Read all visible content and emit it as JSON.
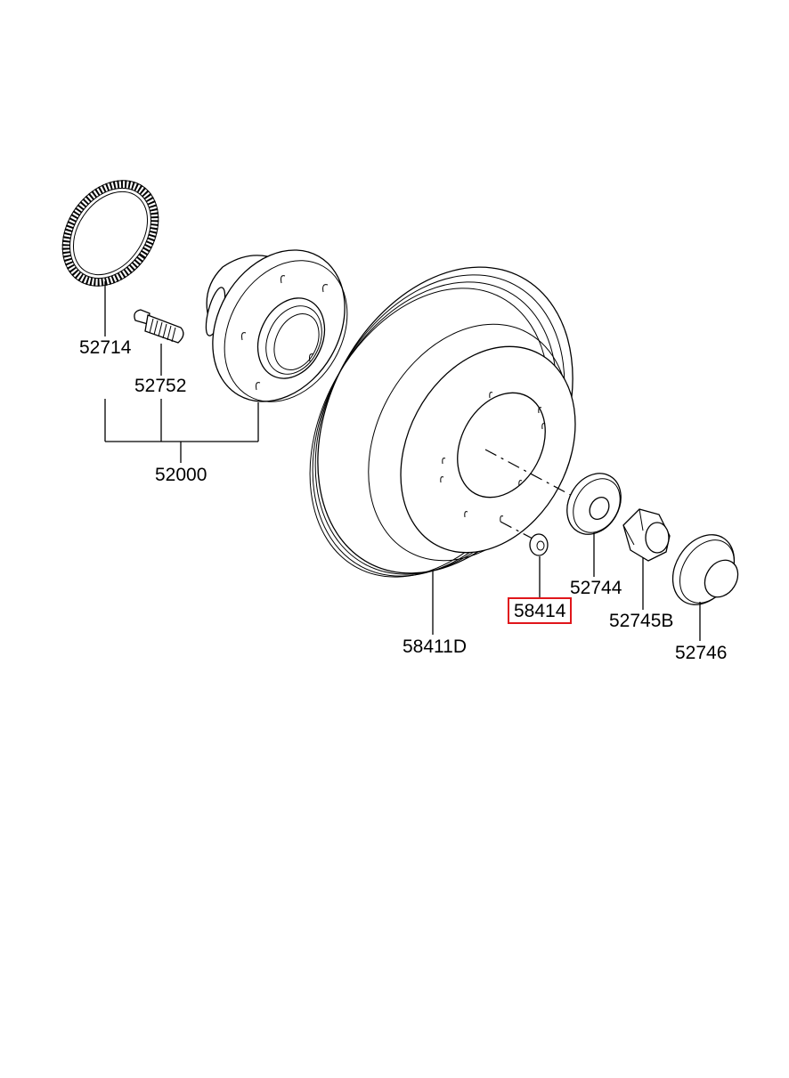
{
  "diagram": {
    "highlight_color": "#e0161b",
    "parts": [
      {
        "id": "p52714",
        "number": "52714",
        "highlighted": false
      },
      {
        "id": "p52752",
        "number": "52752",
        "highlighted": false
      },
      {
        "id": "p52000",
        "number": "52000",
        "highlighted": false
      },
      {
        "id": "p58411D",
        "number": "58411D",
        "highlighted": false
      },
      {
        "id": "p58414",
        "number": "58414",
        "highlighted": true
      },
      {
        "id": "p52744",
        "number": "52744",
        "highlighted": false
      },
      {
        "id": "p52745B",
        "number": "52745B",
        "highlighted": false
      },
      {
        "id": "p52746",
        "number": "52746",
        "highlighted": false
      }
    ]
  }
}
